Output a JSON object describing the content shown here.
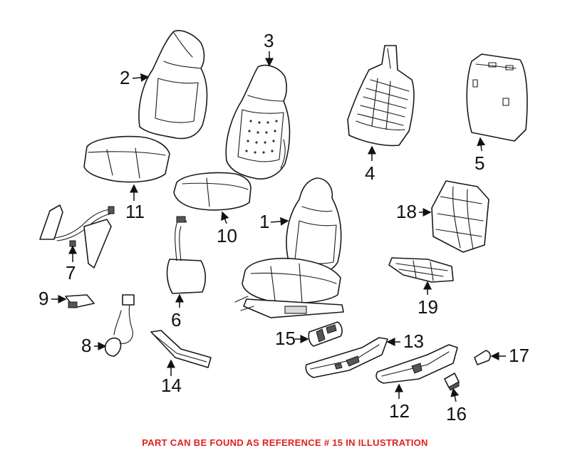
{
  "footer": {
    "note": "PART CAN BE FOUND AS REFERENCE # 15 IN ILLUSTRATION",
    "color": "#e02020"
  },
  "callouts": {
    "c1": "1",
    "c2": "2",
    "c3": "3",
    "c4": "4",
    "c5": "5",
    "c6": "6",
    "c7": "7",
    "c8": "8",
    "c9": "9",
    "c10": "10",
    "c11": "11",
    "c12": "12",
    "c13": "13",
    "c14": "14",
    "c15": "15",
    "c16": "16",
    "c17": "17",
    "c18": "18",
    "c19": "19"
  }
}
